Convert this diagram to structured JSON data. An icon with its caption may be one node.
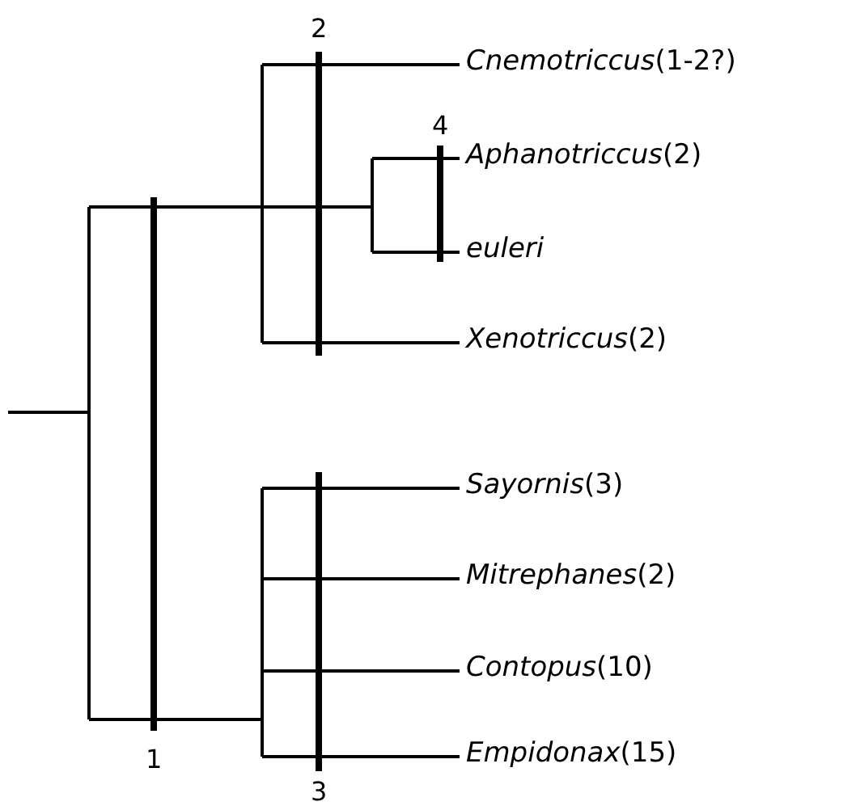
{
  "diagram": {
    "nodes": [
      {
        "text": [
          "*Cnemotriccus*(1-2?)"
        ]
      },
      {
        "text": [
          "*Aphanotriccus*(2)"
        ]
      },
      {
        "text": [
          "*euleri*"
        ]
      },
      {
        "text": [
          "*Xenotriccus*(2)"
        ]
      },
      {
        "text": [
          "*Sayornis*(3)"
        ]
      },
      {
        "text": [
          "*Mitrephanes*(2)"
        ]
      },
      {
        "text": [
          "*Contopus*(10)"
        ]
      },
      {
        "text": [
          "*Empidonax*(15)"
        ]
      }
    ],
    "edges": [
      {
        "from": null,
        "to": 0,
        "arrow": "none"
      },
      {
        "from": null,
        "to": 1,
        "arrow": "none"
      },
      {
        "from": null,
        "to": 2,
        "arrow": "none"
      },
      {
        "from": null,
        "to": 3,
        "arrow": "none"
      },
      {
        "from": null,
        "to": 4,
        "arrow": "none"
      },
      {
        "from": null,
        "to": 5,
        "arrow": "none"
      },
      {
        "from": null,
        "to": 6,
        "arrow": "none"
      },
      {
        "from": null,
        "to": 7,
        "arrow": "none"
      }
    ],
    "labels": [
      "2",
      "4",
      "1",
      "3"
    ]
  }
}
